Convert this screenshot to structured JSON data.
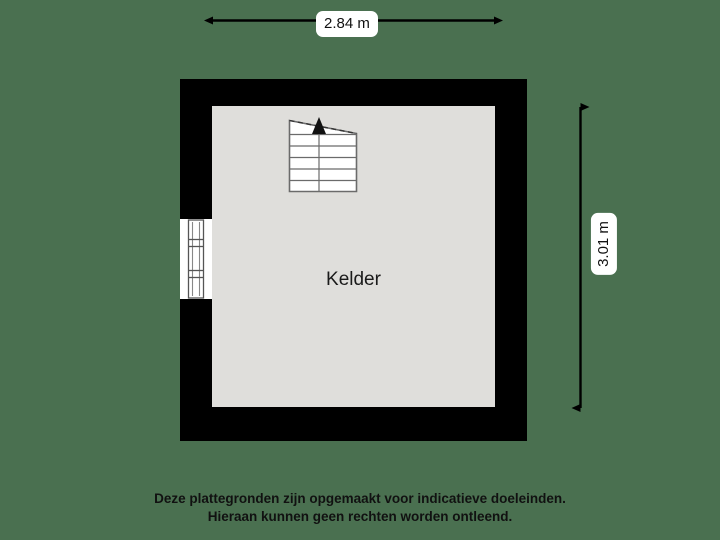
{
  "colors": {
    "background": "#4a7050",
    "wall": "#000000",
    "floor": "#dfdedb",
    "label_bg": "#ffffff",
    "text": "#111111",
    "stair_line": "#6b6b6b"
  },
  "dimensions": {
    "top": {
      "label": "2.84 m",
      "icon": "double-arrow-horizontal"
    },
    "right": {
      "label": "3.01 m",
      "icon": "double-arrow-vertical"
    }
  },
  "plan": {
    "room_label": "Kelder",
    "staircase": {
      "icon": "stairs-up-arrow",
      "steps": 6,
      "direction": "up"
    },
    "window": {
      "icon": "window-symbol"
    }
  },
  "footer": {
    "line1": "Deze plattegronden zijn opgemaakt voor indicatieve doeleinden.",
    "line2": "Hieraan kunnen geen rechten worden ontleend."
  }
}
